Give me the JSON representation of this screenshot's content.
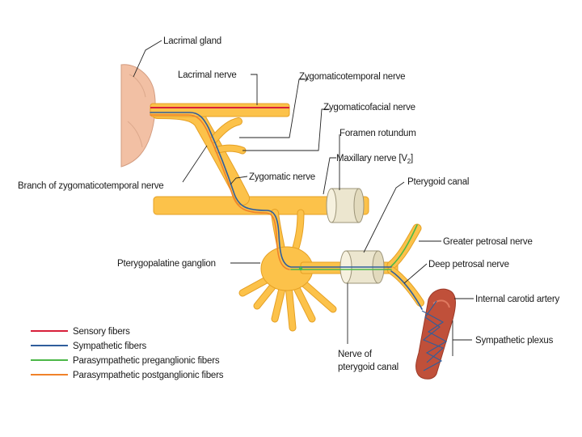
{
  "labels": {
    "lacrimal_gland": "Lacrimal gland",
    "lacrimal_nerve": "Lacrimal nerve",
    "zygomaticotemporal_nerve": "Zygomaticotemporal nerve",
    "zygomaticofacial_nerve": "Zygomaticofacial nerve",
    "foramen_rotundum": "Foramen rotundum",
    "maxillary_nerve": "Maxillary nerve [V",
    "maxillary_nerve_sub": "2",
    "maxillary_nerve_close": "]",
    "pterygoid_canal": "Pterygoid canal",
    "branch_zygomaticotemporal": "Branch of zygomaticotemporal nerve",
    "zygomatic_nerve": "Zygomatic nerve",
    "greater_petrosal_nerve": "Greater petrosal nerve",
    "pterygopalatine_ganglion": "Pterygopalatine ganglion",
    "deep_petrosal_nerve": "Deep petrosal nerve",
    "internal_carotid_artery": "Internal carotid artery",
    "sympathetic_plexus": "Sympathetic plexus",
    "nerve_of_pterygoid_canal_1": "Nerve of",
    "nerve_of_pterygoid_canal_2": "pterygoid canal"
  },
  "legend": [
    {
      "label": "Sensory fibers",
      "color": "#d8203a"
    },
    {
      "label": "Sympathetic fibers",
      "color": "#2f5e9c"
    },
    {
      "label": "Parasympathetic preganglionic fibers",
      "color": "#4cb848"
    },
    {
      "label": "Parasympathetic postganglionic fibers",
      "color": "#f0822a"
    }
  ],
  "colors": {
    "nerve_fill": "#fcc24a",
    "nerve_outline": "#e5a024",
    "gland": "#f2c0a4",
    "artery": "#c0503a",
    "canal": "#ece6cf"
  }
}
